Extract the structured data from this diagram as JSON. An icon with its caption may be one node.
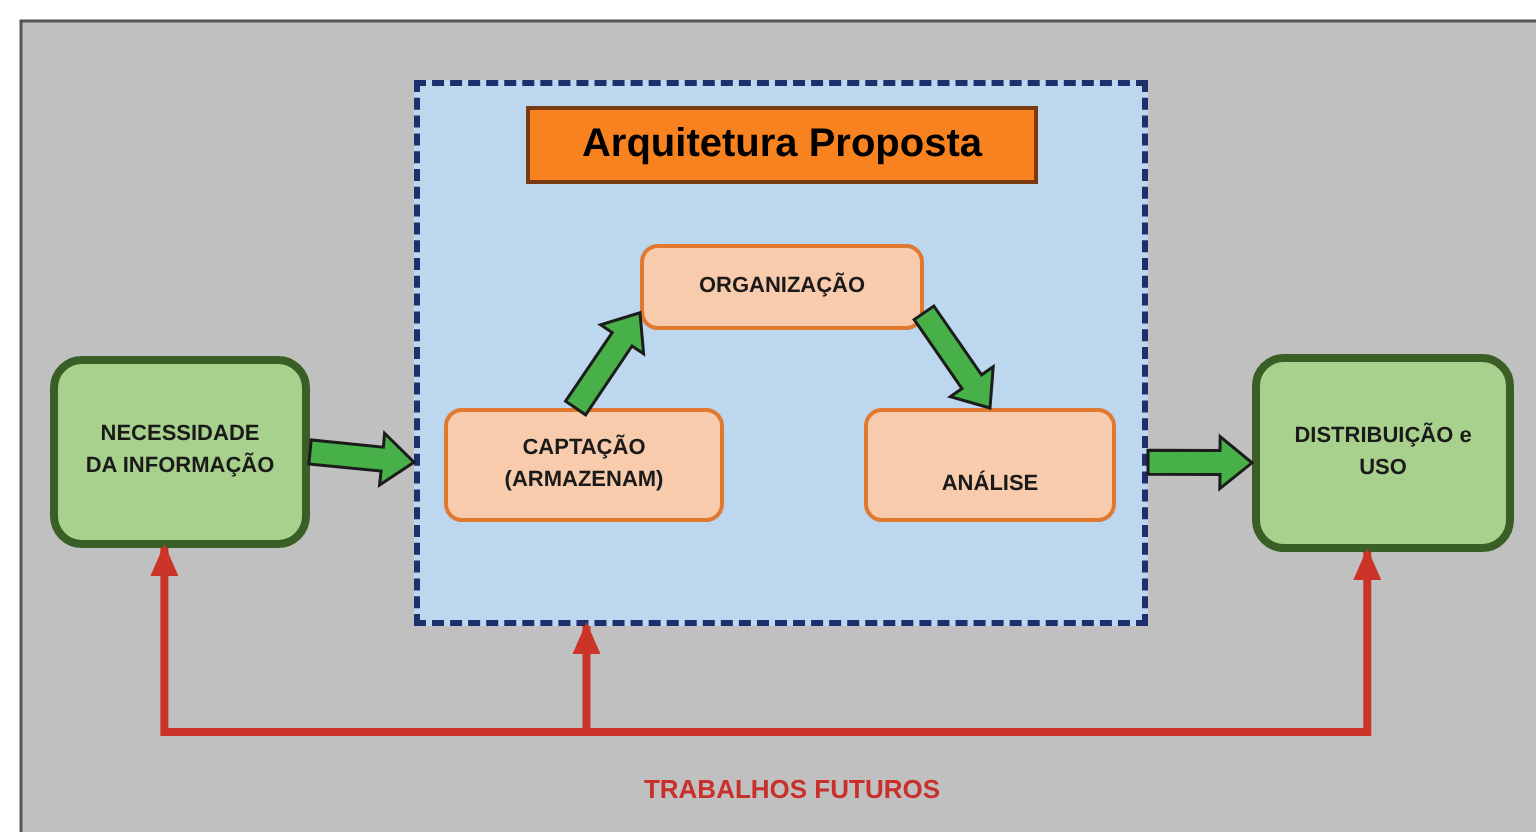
{
  "diagram": {
    "nodes": [
      {
        "text": [
          "NECESSIDADE DA INFORMAÇÃO"
        ]
      },
      {
        "text": [],
        "shape": "box"
      },
      {
        "text": [
          "Arquitetura Proposta"
        ],
        "in": 1
      },
      {
        "text": [
          "ORGANIZAÇÃO"
        ],
        "in": 1
      },
      {
        "text": [
          "CAPTAÇÃO (ARMAZENAM)"
        ],
        "in": 1
      },
      {
        "text": [
          "ANÁLISE"
        ],
        "in": 1
      },
      {
        "text": [
          "DISTRIBUIÇÃO e USO"
        ]
      },
      {
        "text": [
          "TRABALHOS FUTUROS"
        ]
      }
    ],
    "edges": [
      {
        "from": 0,
        "to": 1,
        "arrow": "to",
        "style": "thick"
      },
      {
        "from": 4,
        "to": 3,
        "arrow": "to",
        "style": "thick"
      },
      {
        "from": 3,
        "to": 5,
        "arrow": "to",
        "style": "thick"
      },
      {
        "from": 1,
        "to": 6,
        "arrow": "to",
        "style": "thick"
      },
      {
        "from": 7,
        "to": 0,
        "arrow": "to",
        "color": "#cc3329"
      },
      {
        "from": 7,
        "to": 1,
        "arrow": "to",
        "color": "#cc3329"
      },
      {
        "from": 7,
        "to": 6,
        "arrow": "to",
        "color": "#cc3329"
      }
    ]
  }
}
